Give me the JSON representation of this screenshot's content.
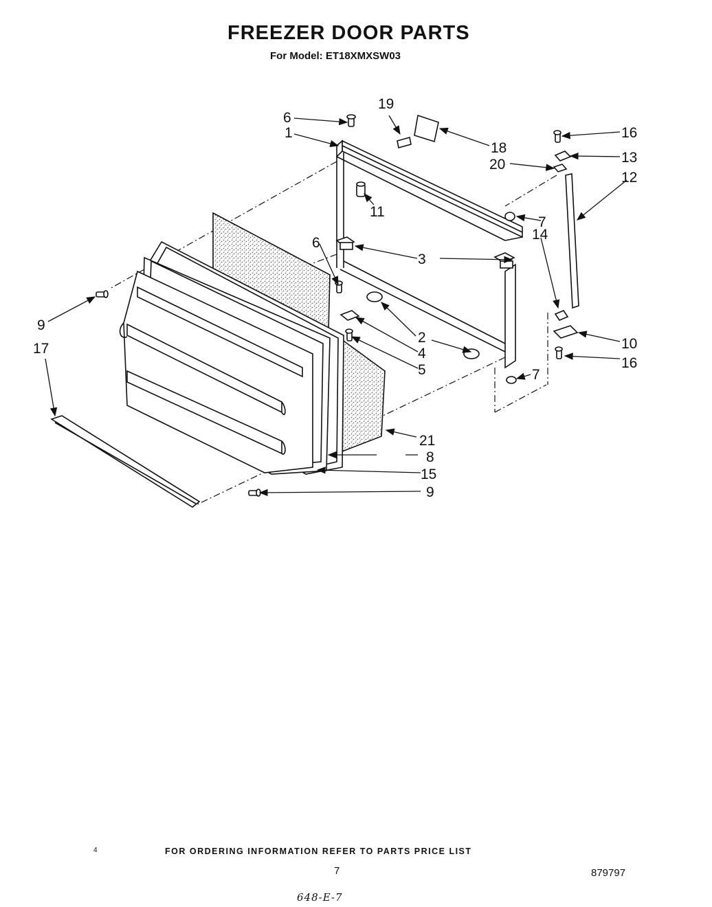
{
  "header": {
    "title": "FREEZER DOOR PARTS",
    "subtitle": "For Model: ET18XMXSW03"
  },
  "callouts": [
    {
      "id": "c6a",
      "label": "6"
    },
    {
      "id": "c1",
      "label": "1"
    },
    {
      "id": "c19",
      "label": "19"
    },
    {
      "id": "c18",
      "label": "18"
    },
    {
      "id": "c16a",
      "label": "16"
    },
    {
      "id": "c13",
      "label": "13"
    },
    {
      "id": "c20",
      "label": "20"
    },
    {
      "id": "c12",
      "label": "12"
    },
    {
      "id": "c11",
      "label": "11"
    },
    {
      "id": "c7a",
      "label": "7"
    },
    {
      "id": "c14",
      "label": "14"
    },
    {
      "id": "c6b",
      "label": "6"
    },
    {
      "id": "c3",
      "label": "3"
    },
    {
      "id": "c9a",
      "label": "9"
    },
    {
      "id": "c17",
      "label": "17"
    },
    {
      "id": "c2",
      "label": "2"
    },
    {
      "id": "c4",
      "label": "4"
    },
    {
      "id": "c5",
      "label": "5"
    },
    {
      "id": "c10",
      "label": "10"
    },
    {
      "id": "c16b",
      "label": "16"
    },
    {
      "id": "c7b",
      "label": "7"
    },
    {
      "id": "c21",
      "label": "21"
    },
    {
      "id": "c8",
      "label": "8"
    },
    {
      "id": "c15",
      "label": "15"
    },
    {
      "id": "c9b",
      "label": "9"
    }
  ],
  "footer": {
    "note": "FOR ORDERING INFORMATION REFER TO PARTS PRICE LIST",
    "page_number": "7",
    "document_number": "879797",
    "handwritten": "648-E-7",
    "mark": "4"
  },
  "colors": {
    "ink": "#111111",
    "foam": "#9a9a9a",
    "background": "#ffffff"
  }
}
